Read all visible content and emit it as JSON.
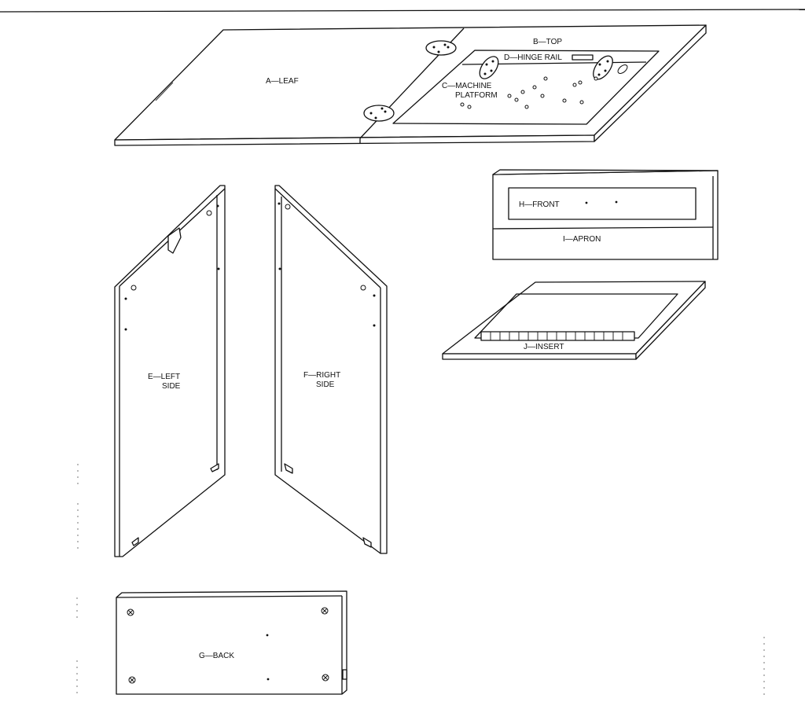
{
  "labels": {
    "leaf": "A—LEAF",
    "top": "B—TOP",
    "hinge_rail": "D—HINGE RAIL",
    "machine_platform_1": "C—MACHINE",
    "machine_platform_2": "PLATFORM",
    "front": "H—FRONT",
    "apron": "I—APRON",
    "insert": "J—INSERT",
    "left_side_1": "E—LEFT",
    "left_side_2": "SIDE",
    "right_side_1": "F—RIGHT",
    "right_side_2": "SIDE",
    "back": "G—BACK"
  }
}
